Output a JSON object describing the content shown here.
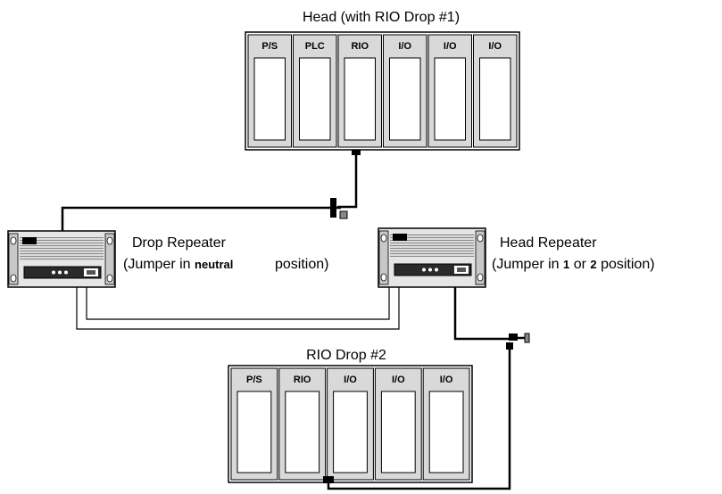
{
  "head_rack": {
    "title": "Head (with RIO Drop #1)",
    "slots": [
      "P/S",
      "PLC",
      "RIO",
      "I/O",
      "I/O",
      "I/O"
    ]
  },
  "drop2_rack": {
    "title": "RIO Drop #2",
    "slots": [
      "P/S",
      "RIO",
      "I/O",
      "I/O",
      "I/O"
    ]
  },
  "drop_repeater": {
    "name": "Drop Repeater",
    "jumper_prefix": "(Jumper in ",
    "jumper_position": "neutral",
    "jumper_suffix": "position)"
  },
  "head_repeater": {
    "name": "Head Repeater",
    "jumper_prefix": "(Jumper in ",
    "jumper_1": "1",
    "jumper_or": " or ",
    "jumper_2": "2",
    "jumper_suffix": " position)"
  }
}
